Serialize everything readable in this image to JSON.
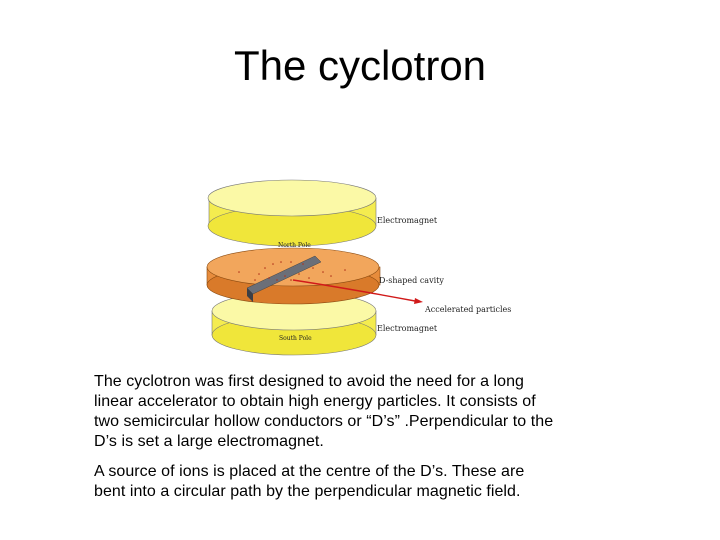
{
  "slide": {
    "title": "The cyclotron",
    "diagram": {
      "label_top_magnet": "Electromagnet",
      "label_north_pole": "North Pole",
      "label_cavity": "D-shaped cavity",
      "label_particles": "Accelerated particles",
      "label_bottom_magnet": "Electromagnet",
      "label_south_pole": "South Pole"
    },
    "paragraphs": [
      "The cyclotron was first designed to avoid the need for a long\nlinear accelerator to obtain high energy particles. It consists of\ntwo semicircular hollow conductors or “D’s” .Perpendicular to the\nD’s is set a large electromagnet.",
      "A source of ions is placed at the centre of the D’s. These are\nbent into a circular path by the perpendicular magnetic field."
    ]
  }
}
